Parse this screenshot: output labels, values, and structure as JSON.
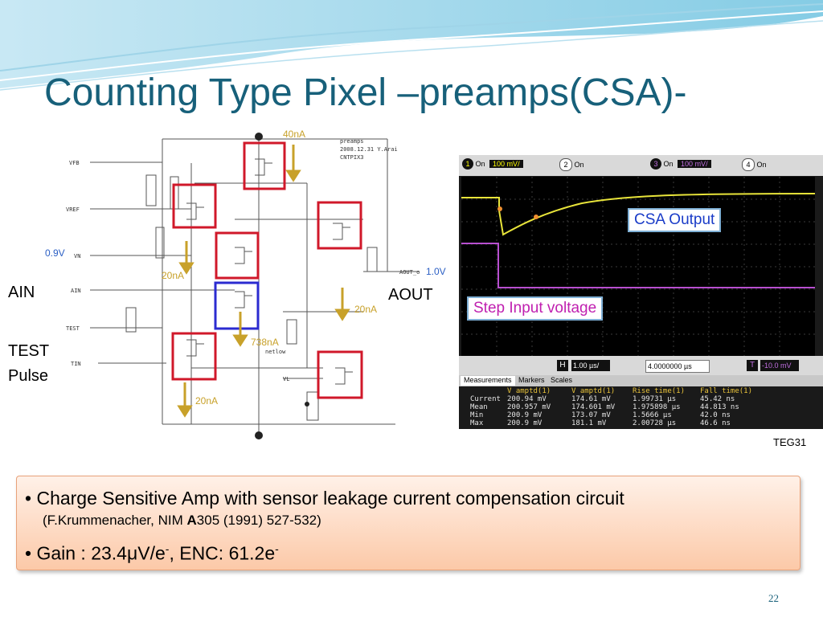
{
  "slide": {
    "title": "Counting Type Pixel –preamps(CSA)-",
    "page_number": "22"
  },
  "schematic": {
    "header": [
      "preamps",
      "2008.12.31 Y.Arai",
      "CNTPIX3"
    ],
    "pin_labels": {
      "vfb": "VFB",
      "vref": "VREF",
      "vn": "VN",
      "ain": "AIN",
      "test": "TEST",
      "tin": "TIN",
      "vl": "VL",
      "aout": "AOUT_o"
    },
    "current_labels": {
      "top": "40nA",
      "left_mid": "20nA",
      "right_mid": "20nA",
      "mid": "738nA",
      "bottom": "20nA"
    },
    "voltage_labels": {
      "in": "0.9V",
      "out": "1.0V"
    },
    "side_labels": {
      "ain": "AIN",
      "aout": "AOUT",
      "test_line1": "TEST",
      "test_line2": "Pulse"
    },
    "net_label": "netlow",
    "annotation": "TEG31"
  },
  "scope": {
    "channels": [
      {
        "num": "1",
        "state": "On",
        "scale": "100 mV/"
      },
      {
        "num": "2",
        "state": "On"
      },
      {
        "num": "3",
        "state": "On",
        "scale": "100 mV/"
      },
      {
        "num": "4",
        "state": "On"
      }
    ],
    "timebase": "1.00 µs/",
    "position": "4.0000000 µs",
    "trigger": "-10.0 mV",
    "callouts": {
      "output": "CSA Output",
      "input": "Step Input voltage"
    },
    "trace_colors": {
      "ch1": "#e8e43a",
      "ch3": "#b84fd0"
    },
    "tabs": [
      "Measurements",
      "Markers",
      "Scales"
    ],
    "measurements": {
      "headers": [
        "",
        "V amptd(1)",
        "V amptd(1)",
        "Rise time(1)",
        "Fall time(1)"
      ],
      "rows": [
        [
          "Current",
          "200.94 mV",
          "174.61 mV",
          "1.99731 µs",
          "45.42 ns"
        ],
        [
          "Mean",
          "200.957 mV",
          "174.601 mV",
          "1.975898 µs",
          "44.813 ns"
        ],
        [
          "Min",
          "200.9 mV",
          "173.07 mV",
          "1.5666 µs",
          "42.0 ns"
        ],
        [
          "Max",
          "200.9 mV",
          "181.1 mV",
          "2.00728 µs",
          "46.6 ns"
        ]
      ]
    }
  },
  "bullets": {
    "b1": "Charge Sensitive Amp with sensor leakage current compensation circuit",
    "b1_ref_pre": "(F.Krummenacher, NIM ",
    "b1_ref_bold": "A",
    "b1_ref_post": "305 (1991) 527-532)",
    "b2_pre": "Gain : 23.4",
    "b2_mu": "μ",
    "b2_mid": "V/e",
    "b2_sup1": "-",
    "b2_post": ", ENC: 61.2e",
    "b2_sup2": "-"
  }
}
